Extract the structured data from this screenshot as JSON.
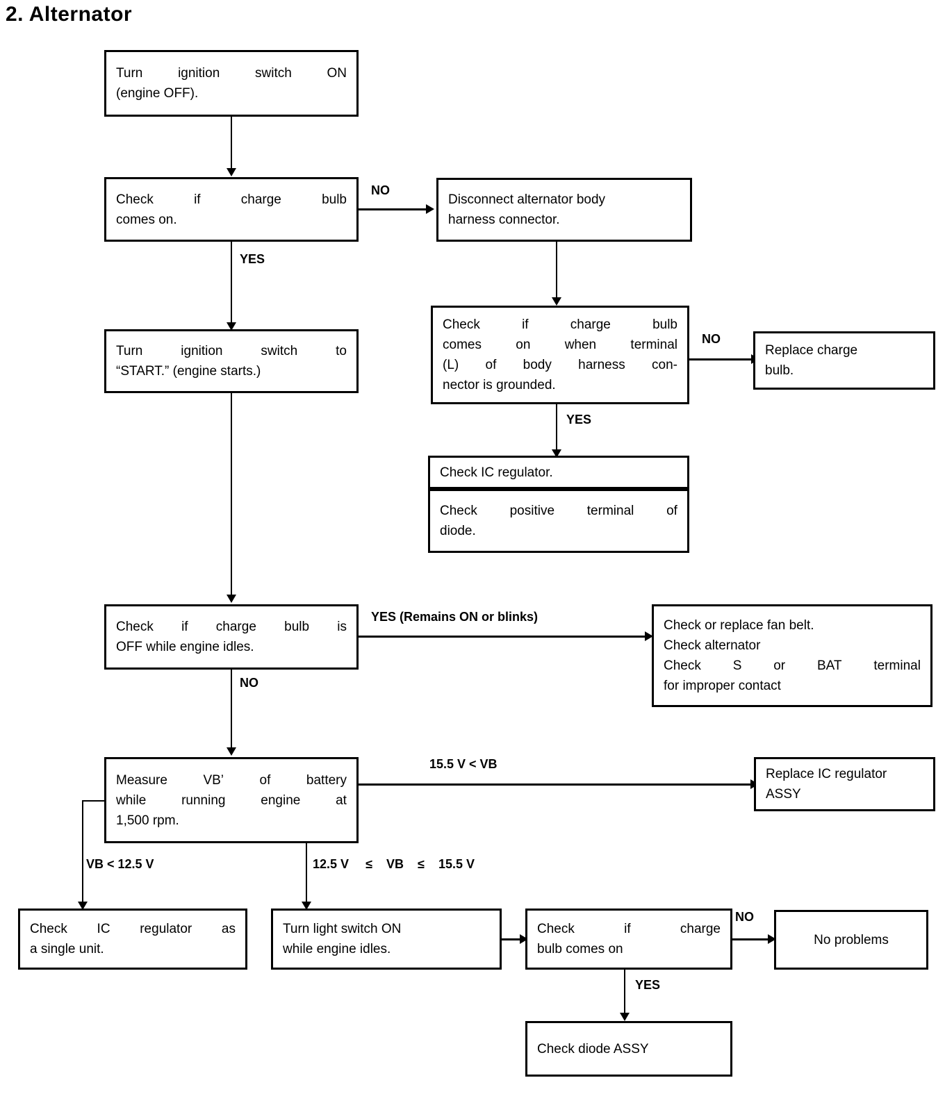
{
  "page": {
    "title": "2. Alternator"
  },
  "nodes": {
    "turn_ignition_on": {
      "l1": [
        "Turn",
        "ignition",
        "switch",
        "ON"
      ],
      "l2": "(engine OFF)."
    },
    "check_charge_bulb": {
      "l1": [
        "Check",
        "if",
        "charge",
        "bulb"
      ],
      "l2": "comes on."
    },
    "disconnect_harness": {
      "l1": "Disconnect alternator body",
      "l2": "harness connector."
    },
    "turn_ignition_start": {
      "l1": [
        "Turn",
        "ignition",
        "switch",
        "to"
      ],
      "l2": "“START.” (engine starts.)"
    },
    "check_terminal_grounded": {
      "l1": [
        "Check",
        "if",
        "charge",
        "bulb"
      ],
      "l2": [
        "comes",
        "on",
        "when",
        "terminal"
      ],
      "l3": [
        "(L)",
        "of",
        "body",
        "harness",
        "con-"
      ],
      "l4": "nector is grounded."
    },
    "replace_charge_bulb": {
      "l1": "Replace charge",
      "l2": "bulb."
    },
    "check_ic_regulator": {
      "l1": "Check IC regulator."
    },
    "check_diode_positive": {
      "l1": [
        "Check",
        "positive",
        "terminal",
        "of"
      ],
      "l2": "diode."
    },
    "check_bulb_off_idle": {
      "l1": [
        "Check",
        "if",
        "charge",
        "bulb",
        "is"
      ],
      "l2": "OFF while engine idles."
    },
    "check_fan_belt": {
      "l1": "Check or replace fan belt.",
      "l2": "Check alternator",
      "l3": [
        "Check",
        "S",
        "or",
        "BAT",
        "terminal"
      ],
      "l4": "for improper contact"
    },
    "measure_vb": {
      "l1": [
        "Measure",
        "VB’",
        "of",
        "battery"
      ],
      "l2": [
        "while",
        "running",
        "engine",
        "at"
      ],
      "l3": "1,500 rpm."
    },
    "replace_ic_regulator_assy": {
      "l1": "Replace IC regulator",
      "l2": "ASSY"
    },
    "check_ic_single_unit": {
      "l1": [
        "Check",
        "IC",
        "regulator",
        "as"
      ],
      "l2": "a single unit."
    },
    "turn_light_switch": {
      "l1": "Turn light switch ON",
      "l2": "while engine idles."
    },
    "check_bulb_light_on": {
      "l1": [
        "Check",
        "if",
        "charge"
      ],
      "l2": "bulb comes on"
    },
    "no_problems": {
      "l1": "No problems"
    },
    "check_diode_assy": {
      "l1": "Check diode ASSY"
    }
  },
  "edge_labels": {
    "no_1": "NO",
    "yes_1": "YES",
    "no_2": "NO",
    "yes_2": "YES",
    "yes_remains_on": "YES (Remains ON or blinks)",
    "no_3": "NO",
    "vb_high": "15.5 V  <  VB",
    "vb_low": "VB  <  12.5 V",
    "vb_mid_a": "12.5 V",
    "vb_mid_le1": "≤",
    "vb_mid_b": "VB",
    "vb_mid_le2": "≤",
    "vb_mid_c": "15.5 V",
    "no_4": "NO",
    "yes_3": "YES"
  },
  "colors": {
    "ink": "#000000",
    "paper": "#ffffff"
  }
}
